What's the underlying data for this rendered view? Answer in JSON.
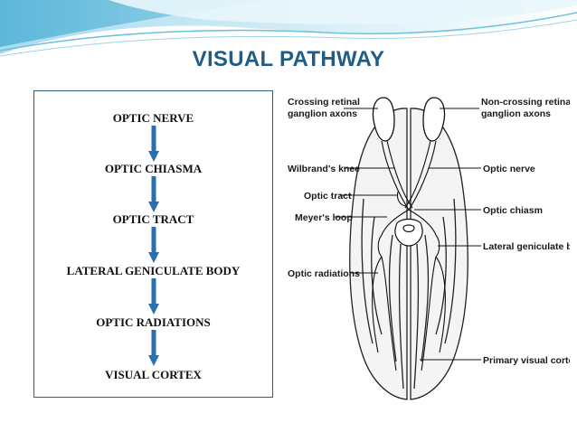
{
  "slide": {
    "title": "VISUAL PATHWAY"
  },
  "flow": {
    "steps": [
      "OPTIC NERVE",
      "OPTIC CHIASMA",
      "OPTIC TRACT",
      "LATERAL GENICULATE BODY",
      "OPTIC RADIATIONS",
      "VISUAL CORTEX"
    ],
    "arrow_color": "#2a6fb0",
    "box_border_color": "#2f5f8f"
  },
  "diagram": {
    "left_labels": {
      "crossing_line1": "Crossing retinal",
      "crossing_line2": "ganglion axons",
      "wilbrand": "Wilbrand's knee",
      "optic_tract": "Optic tract",
      "meyers_loop": "Meyer's loop",
      "optic_radiations": "Optic radiations"
    },
    "right_labels": {
      "noncrossing_line1": "Non-crossing retinal",
      "noncrossing_line2": "ganglion axons",
      "optic_nerve": "Optic nerve",
      "optic_chiasm": "Optic chiasm",
      "lgn": "Lateral geniculate body",
      "visual_cortex": "Primary visual cortex"
    }
  },
  "colors": {
    "title": "#1f5c86",
    "banner_light": "#bfe3f0",
    "banner_mid": "#7cc3de",
    "banner_dark": "#2f8fbf"
  }
}
